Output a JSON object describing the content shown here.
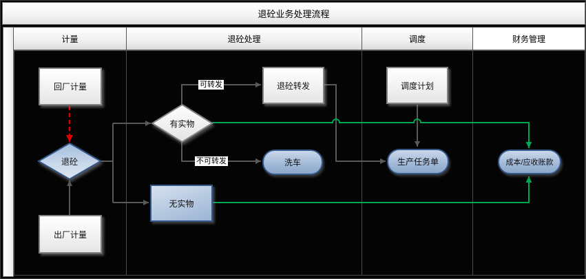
{
  "diagram": {
    "title": "退砼业务处理流程",
    "lanes": [
      {
        "label": "计量"
      },
      {
        "label": "退砼处理"
      },
      {
        "label": "调度"
      },
      {
        "label": "财务管理"
      }
    ],
    "nodes": {
      "return_plant_weigh": {
        "label": "回厂计量",
        "type": "process"
      },
      "return_concrete": {
        "label": "退砼",
        "type": "decision"
      },
      "exit_plant_weigh": {
        "label": "出厂计量",
        "type": "process"
      },
      "has_physical": {
        "label": "有实物",
        "type": "decision"
      },
      "concrete_forward": {
        "label": "退砼转发",
        "type": "process"
      },
      "wash_truck": {
        "label": "洗车",
        "type": "terminator"
      },
      "no_physical": {
        "label": "无实物",
        "type": "process"
      },
      "dispatch_plan": {
        "label": "调度计划",
        "type": "process"
      },
      "production_task": {
        "label": "生产任务单",
        "type": "terminator"
      },
      "cost_receivable": {
        "label": "成本/应收账款",
        "type": "terminator"
      }
    },
    "edge_labels": {
      "forwardable": "可转发",
      "not_forwardable": "不可转发"
    },
    "colors": {
      "flow_gray": "#595959",
      "flow_green": "#00a651",
      "flow_red": "#e10000",
      "blue_border": "#35588a",
      "lane_background": "#040404"
    }
  }
}
